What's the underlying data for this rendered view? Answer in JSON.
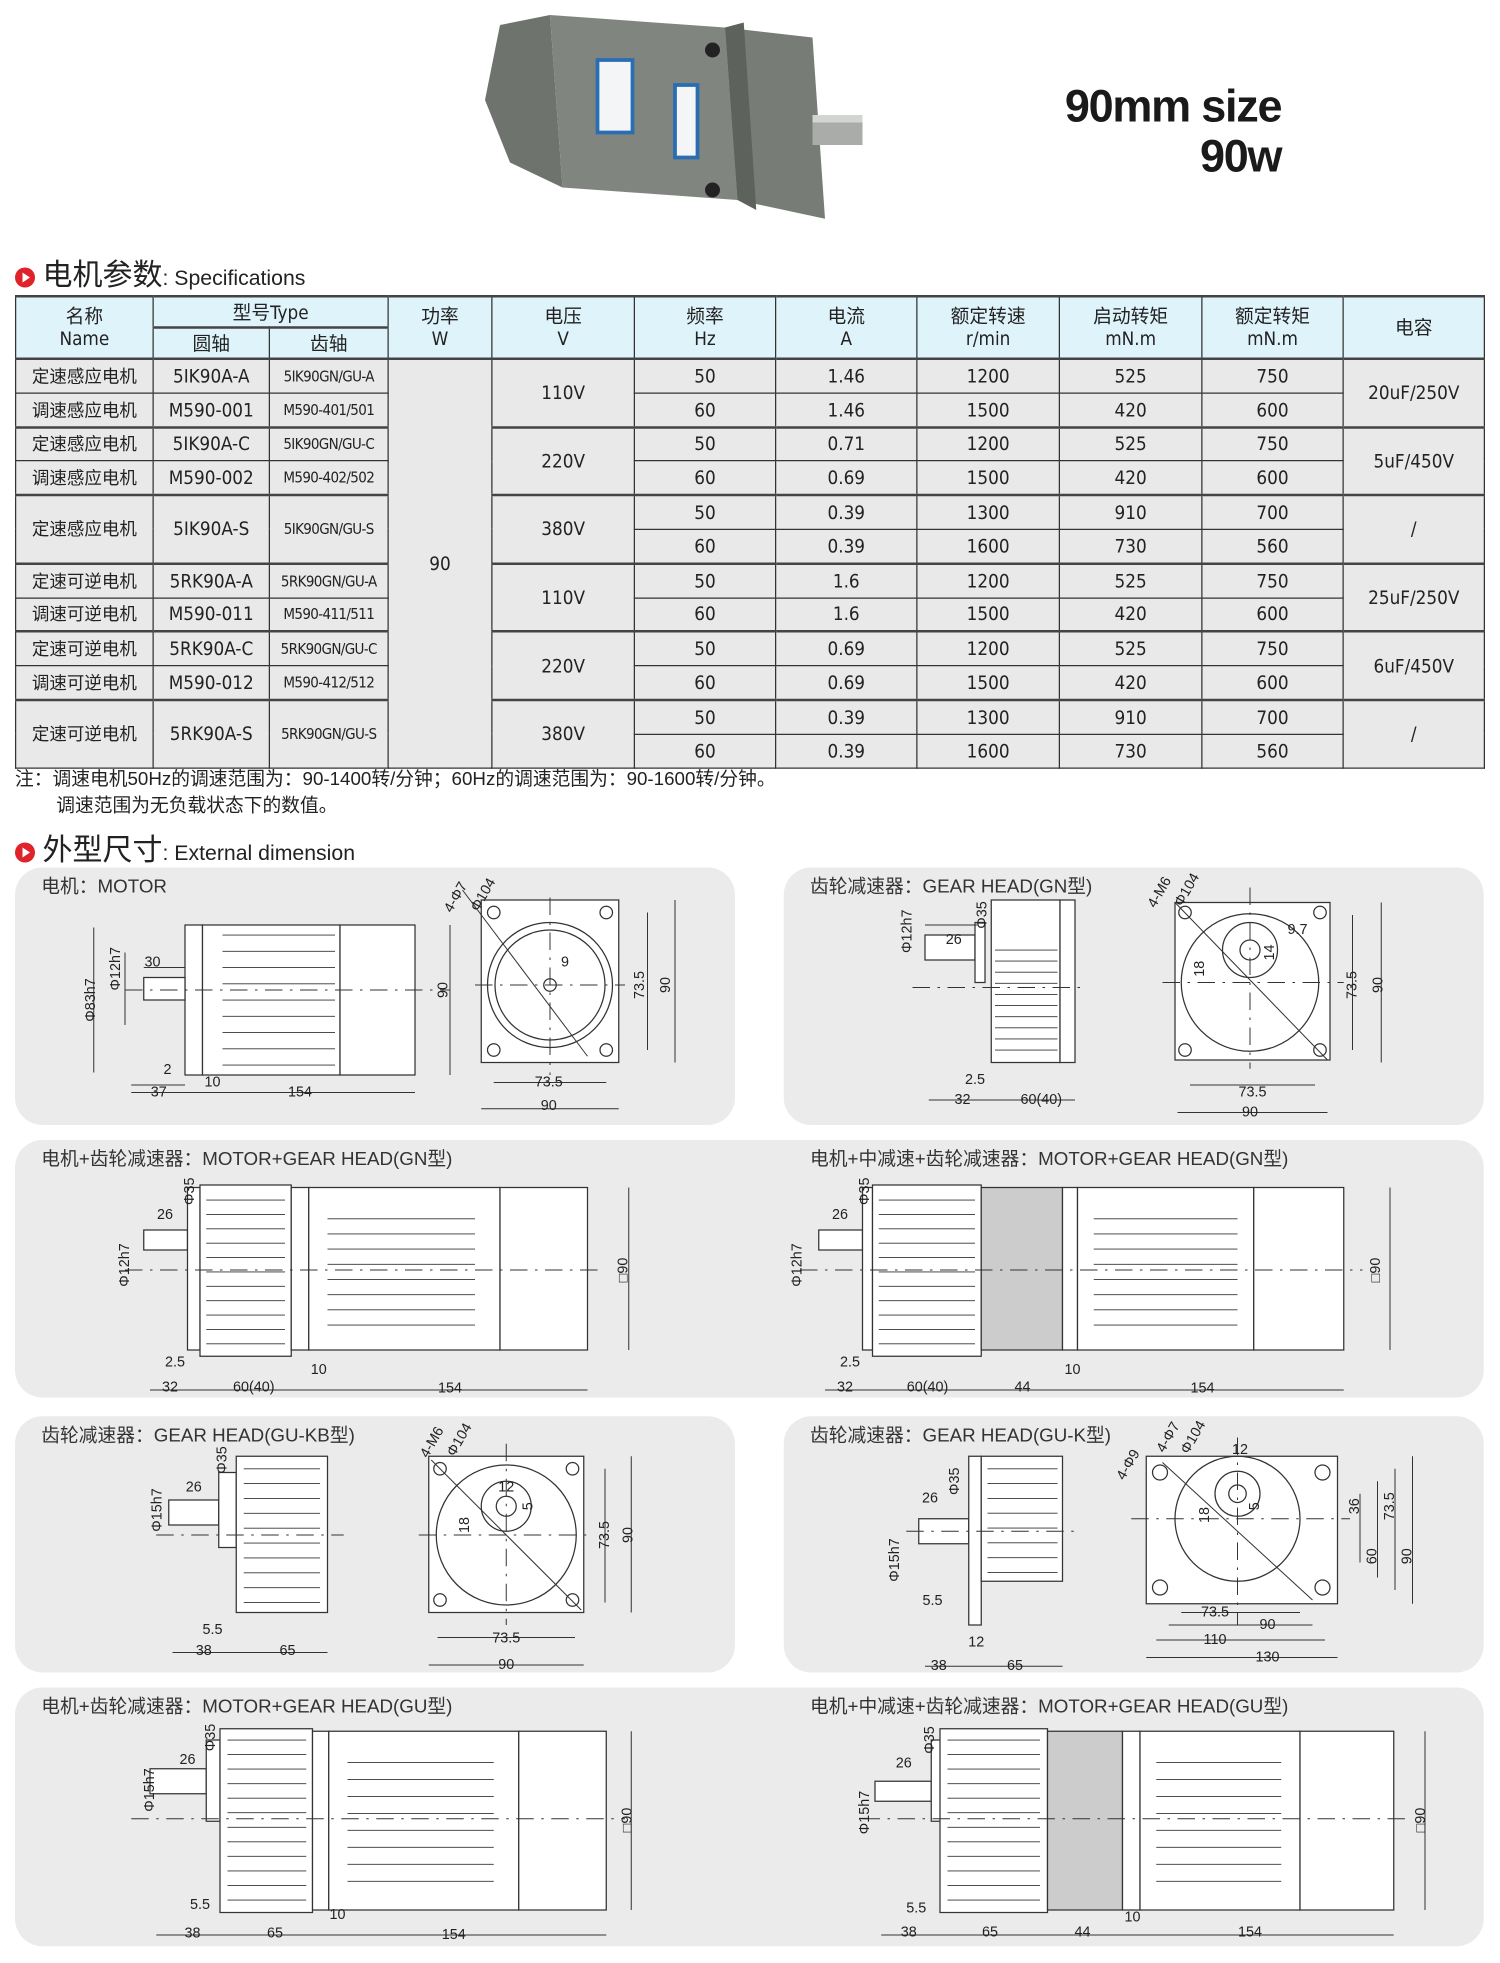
{
  "hero": {
    "size_label": "90mm size",
    "power_label": "90w"
  },
  "spec_section": {
    "title_zh": "电机参数",
    "title_en": ": Specifications"
  },
  "table": {
    "headers": {
      "name": [
        "名称",
        "Name"
      ],
      "type": "型号Type",
      "round_shaft": "圆轴",
      "gear_shaft": "齿轴",
      "power": [
        "功率",
        "W"
      ],
      "voltage": [
        "电压",
        "V"
      ],
      "frequency": [
        "频率",
        "Hz"
      ],
      "current": [
        "电流",
        "A"
      ],
      "rated_speed": [
        "额定转速",
        "r/min"
      ],
      "start_torque": [
        "启动转矩",
        "mN.m"
      ],
      "rated_torque": [
        "额定转矩",
        "mN.m"
      ],
      "capacitor": "电容"
    },
    "power": "90",
    "groups": [
      {
        "voltage": "110V",
        "capacitor": "20uF/250V",
        "models": [
          {
            "name": "定速感应电机",
            "round": "5IK90A-A",
            "gear": "5IK90GN/GU-A",
            "rows": [
              [
                "50",
                "1.46",
                "1200",
                "525",
                "750"
              ]
            ]
          },
          {
            "name": "调速感应电机",
            "round": "M590-001",
            "gear": "M590-401/501",
            "rows": [
              [
                "60",
                "1.46",
                "1500",
                "420",
                "600"
              ]
            ]
          }
        ]
      },
      {
        "voltage": "220V",
        "capacitor": "5uF/450V",
        "models": [
          {
            "name": "定速感应电机",
            "round": "5IK90A-C",
            "gear": "5IK90GN/GU-C",
            "rows": [
              [
                "50",
                "0.71",
                "1200",
                "525",
                "750"
              ]
            ]
          },
          {
            "name": "调速感应电机",
            "round": "M590-002",
            "gear": "M590-402/502",
            "rows": [
              [
                "60",
                "0.69",
                "1500",
                "420",
                "600"
              ]
            ]
          }
        ]
      },
      {
        "voltage": "380V",
        "capacitor": "/",
        "models": [
          {
            "name": "定速感应电机",
            "round": "5IK90A-S",
            "gear": "5IK90GN/GU-S",
            "rows": [
              [
                "50",
                "0.39",
                "1300",
                "910",
                "700"
              ],
              [
                "60",
                "0.39",
                "1600",
                "730",
                "560"
              ]
            ]
          }
        ]
      },
      {
        "voltage": "110V",
        "capacitor": "25uF/250V",
        "models": [
          {
            "name": "定速可逆电机",
            "round": "5RK90A-A",
            "gear": "5RK90GN/GU-A",
            "rows": [
              [
                "50",
                "1.6",
                "1200",
                "525",
                "750"
              ]
            ]
          },
          {
            "name": "调速可逆电机",
            "round": "M590-011",
            "gear": "M590-411/511",
            "rows": [
              [
                "60",
                "1.6",
                "1500",
                "420",
                "600"
              ]
            ]
          }
        ]
      },
      {
        "voltage": "220V",
        "capacitor": "6uF/450V",
        "models": [
          {
            "name": "定速可逆电机",
            "round": "5RK90A-C",
            "gear": "5RK90GN/GU-C",
            "rows": [
              [
                "50",
                "0.69",
                "1200",
                "525",
                "750"
              ]
            ]
          },
          {
            "name": "调速可逆电机",
            "round": "M590-012",
            "gear": "M590-412/512",
            "rows": [
              [
                "60",
                "0.69",
                "1500",
                "420",
                "600"
              ]
            ]
          }
        ]
      },
      {
        "voltage": "380V",
        "capacitor": "/",
        "models": [
          {
            "name": "定速可逆电机",
            "round": "5RK90A-S",
            "gear": "5RK90GN/GU-S",
            "rows": [
              [
                "50",
                "0.39",
                "1300",
                "910",
                "700"
              ],
              [
                "60",
                "0.39",
                "1600",
                "730",
                "560"
              ]
            ]
          }
        ]
      }
    ]
  },
  "notes": [
    "注：调速电机50Hz的调速范围为：90-1400转/分钟；60Hz的调速范围为：90-1600转/分钟。",
    "调速范围为无负载状态下的数值。"
  ],
  "dim_section": {
    "title_zh": "外型尺寸",
    "title_en": ": External dimension"
  },
  "panels": [
    {
      "title": "电机：MOTOR",
      "labels": [
        "Φ83h7",
        "Φ12h7",
        "30",
        "90",
        "2",
        "10",
        "37",
        "154",
        "Φ104",
        "4-Φ7",
        "9",
        "73.5",
        "90",
        "73.5",
        "90"
      ]
    },
    {
      "title": "齿轮减速器：GEAR HEAD(GN型)",
      "labels": [
        "Φ12h7",
        "Φ35",
        "26",
        "2.5",
        "32",
        "60(40)",
        "Φ104",
        "4-M6",
        "9.7",
        "14",
        "18",
        "73.5",
        "90",
        "73.5",
        "90"
      ]
    },
    {
      "title": "电机+齿轮减速器：MOTOR+GEAR HEAD(GN型)",
      "labels": [
        "Φ35",
        "26",
        "Φ12h7",
        "2.5",
        "32",
        "60(40)",
        "10",
        "154",
        "□90"
      ]
    },
    {
      "title": "电机+中减速+齿轮减速器：MOTOR+GEAR HEAD(GN型)",
      "labels": [
        "Φ35",
        "26",
        "Φ12h7",
        "2.5",
        "32",
        "60(40)",
        "44",
        "10",
        "154",
        "□90"
      ]
    },
    {
      "title": "齿轮减速器：GEAR HEAD(GU-KB型)",
      "labels": [
        "Φ35",
        "26",
        "Φ15h7",
        "5.5",
        "38",
        "65",
        "Φ104",
        "4-M6",
        "12",
        "18",
        "5",
        "73.5",
        "90",
        "73.5",
        "90"
      ]
    },
    {
      "title": "齿轮减速器：GEAR HEAD(GU-K型)",
      "labels": [
        "Φ35",
        "26",
        "Φ15h7",
        "5.5",
        "12",
        "38",
        "65",
        "Φ104",
        "4-Φ7",
        "4-Φ9",
        "12",
        "18",
        "5",
        "36",
        "60",
        "73.5",
        "90",
        "73.5",
        "90",
        "110",
        "130"
      ]
    },
    {
      "title": "电机+齿轮减速器：MOTOR+GEAR HEAD(GU型)",
      "labels": [
        "Φ35",
        "26",
        "Φ15h7",
        "5.5",
        "38",
        "65",
        "10",
        "154",
        "□90"
      ]
    },
    {
      "title": "电机+中减速+齿轮减速器：MOTOR+GEAR HEAD(GU型)",
      "labels": [
        "Φ35",
        "26",
        "Φ15h7",
        "5.5",
        "38",
        "65",
        "44",
        "10",
        "154",
        "□90"
      ]
    }
  ]
}
